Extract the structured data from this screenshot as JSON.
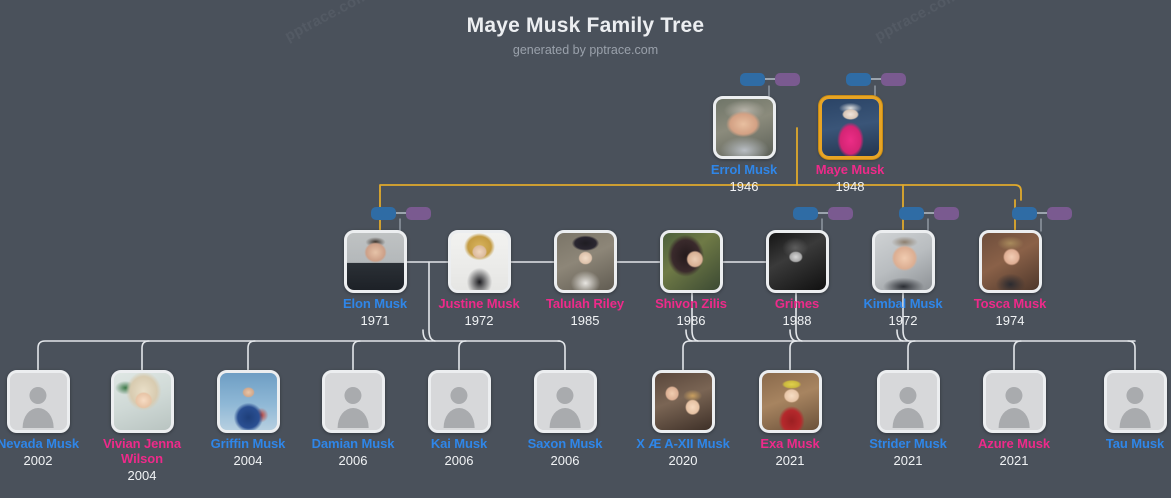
{
  "header": {
    "title": "Maye Musk Family Tree",
    "subtitle": "generated by pptrace.com"
  },
  "watermark": {
    "text": "pptrace.com"
  },
  "colors": {
    "background": "#4a515b",
    "male_name": "#2f86e8",
    "female_name": "#ee2a8a",
    "year": "#f1f3f5",
    "root_border": "#e8a424",
    "link_white": "#e3e6ea",
    "link_gold": "#e0a92c",
    "pill_blue": "#2f6ca5",
    "pill_purple": "#7a5a90"
  },
  "generations": [
    {
      "name": "grandparents",
      "people": [
        {
          "id": "errol",
          "name": "Errol Musk",
          "year": "1946",
          "gender": "male",
          "has_photo": true,
          "is_root": false,
          "has_pills": true
        },
        {
          "id": "maye",
          "name": "Maye Musk",
          "year": "1948",
          "gender": "female",
          "has_photo": true,
          "is_root": true,
          "has_pills": true
        }
      ]
    },
    {
      "name": "children",
      "people": [
        {
          "id": "elon",
          "name": "Elon Musk",
          "year": "1971",
          "gender": "male",
          "has_photo": true,
          "is_root": false,
          "has_pills": true
        },
        {
          "id": "justine",
          "name": "Justine Musk",
          "year": "1972",
          "gender": "female",
          "has_photo": true,
          "is_root": false,
          "has_pills": false
        },
        {
          "id": "talulah",
          "name": "Talulah Riley",
          "year": "1985",
          "gender": "female",
          "has_photo": true,
          "is_root": false,
          "has_pills": false
        },
        {
          "id": "shivon",
          "name": "Shivon Zilis",
          "year": "1986",
          "gender": "female",
          "has_photo": true,
          "is_root": false,
          "has_pills": false
        },
        {
          "id": "grimes",
          "name": "Grimes",
          "year": "1988",
          "gender": "female",
          "has_photo": true,
          "is_root": false,
          "has_pills": true
        },
        {
          "id": "kimbal",
          "name": "Kimbal Musk",
          "year": "1972",
          "gender": "male",
          "has_photo": true,
          "is_root": false,
          "has_pills": true
        },
        {
          "id": "tosca",
          "name": "Tosca Musk",
          "year": "1974",
          "gender": "female",
          "has_photo": true,
          "is_root": false,
          "has_pills": true
        }
      ]
    },
    {
      "name": "grandchildren",
      "people": [
        {
          "id": "nevada",
          "name": "Nevada Musk",
          "year": "2002",
          "gender": "male",
          "has_photo": false,
          "is_root": false,
          "has_pills": false
        },
        {
          "id": "vivian",
          "name": "Vivian Jenna Wilson",
          "year": "2004",
          "gender": "female",
          "has_photo": true,
          "is_root": false,
          "has_pills": false
        },
        {
          "id": "griffin",
          "name": "Griffin Musk",
          "year": "2004",
          "gender": "male",
          "has_photo": true,
          "is_root": false,
          "has_pills": false
        },
        {
          "id": "damian",
          "name": "Damian Musk",
          "year": "2006",
          "gender": "male",
          "has_photo": false,
          "is_root": false,
          "has_pills": false
        },
        {
          "id": "kai",
          "name": "Kai Musk",
          "year": "2006",
          "gender": "male",
          "has_photo": false,
          "is_root": false,
          "has_pills": false
        },
        {
          "id": "saxon",
          "name": "Saxon Musk",
          "year": "2006",
          "gender": "male",
          "has_photo": false,
          "is_root": false,
          "has_pills": false
        },
        {
          "id": "xaeaxii",
          "name": "X Æ A-XII Musk",
          "year": "2020",
          "gender": "male",
          "has_photo": true,
          "is_root": false,
          "has_pills": false
        },
        {
          "id": "exa",
          "name": "Exa Musk",
          "year": "2021",
          "gender": "female",
          "has_photo": true,
          "is_root": false,
          "has_pills": false
        },
        {
          "id": "strider",
          "name": "Strider Musk",
          "year": "2021",
          "gender": "male",
          "has_photo": false,
          "is_root": false,
          "has_pills": false
        },
        {
          "id": "azure",
          "name": "Azure Musk",
          "year": "2021",
          "gender": "female",
          "has_photo": false,
          "is_root": false,
          "has_pills": false
        },
        {
          "id": "tau",
          "name": "Tau Musk",
          "year": "",
          "gender": "male",
          "has_photo": false,
          "is_root": false,
          "has_pills": false
        }
      ]
    }
  ]
}
